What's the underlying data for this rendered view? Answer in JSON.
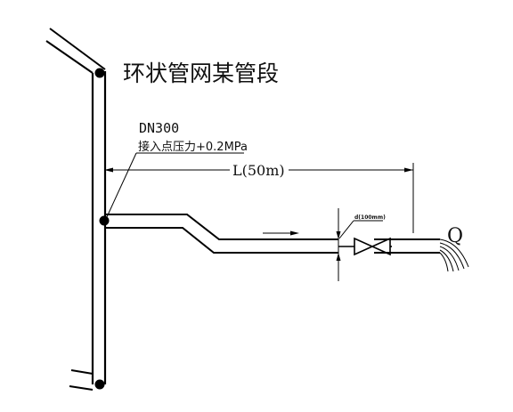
{
  "title": "环状管网某管段",
  "pipe": {
    "size": "DN300",
    "inlet_pressure": "接入点压力+0.2MPa"
  },
  "length": {
    "label": "L(50m)"
  },
  "valve": {
    "label": "d(100mm)"
  },
  "outlet": {
    "label": "Q"
  },
  "colors": {
    "line": "#000000",
    "background": "#ffffff"
  }
}
